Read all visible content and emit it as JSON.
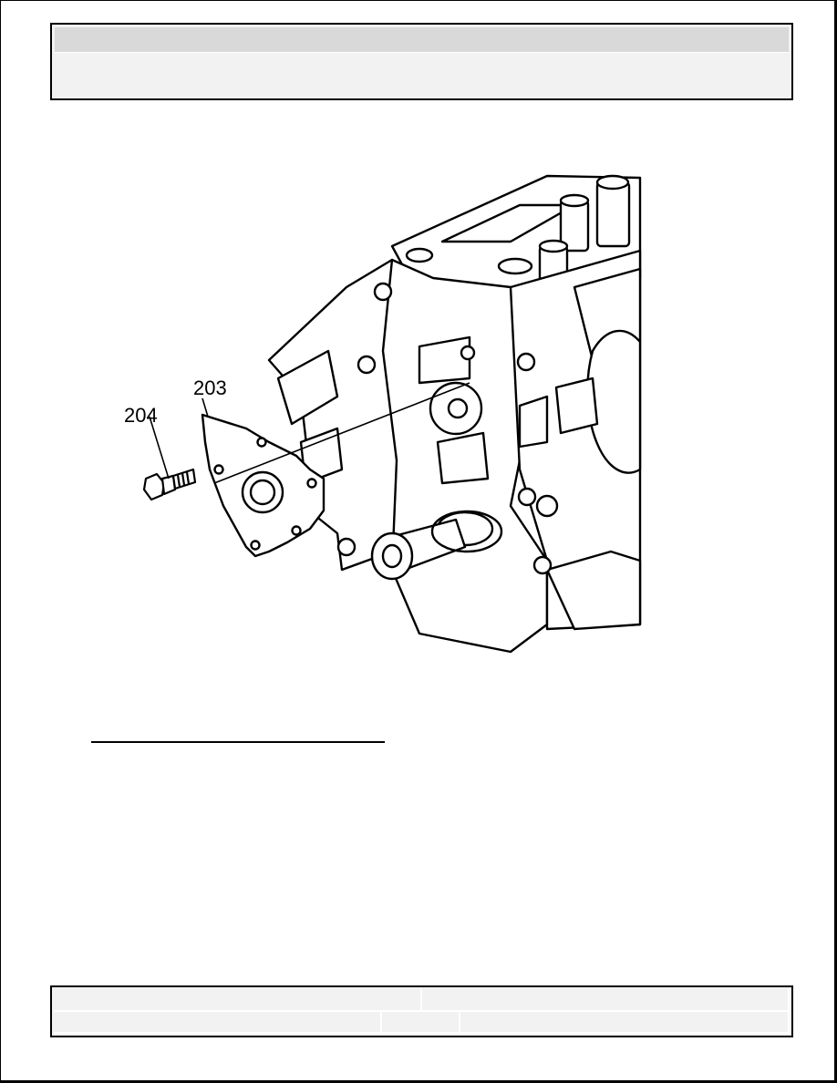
{
  "figure": {
    "callouts": {
      "gasket": "203",
      "bolt": "204"
    },
    "icon": "engine-block-rear-cover-exploded-view"
  }
}
